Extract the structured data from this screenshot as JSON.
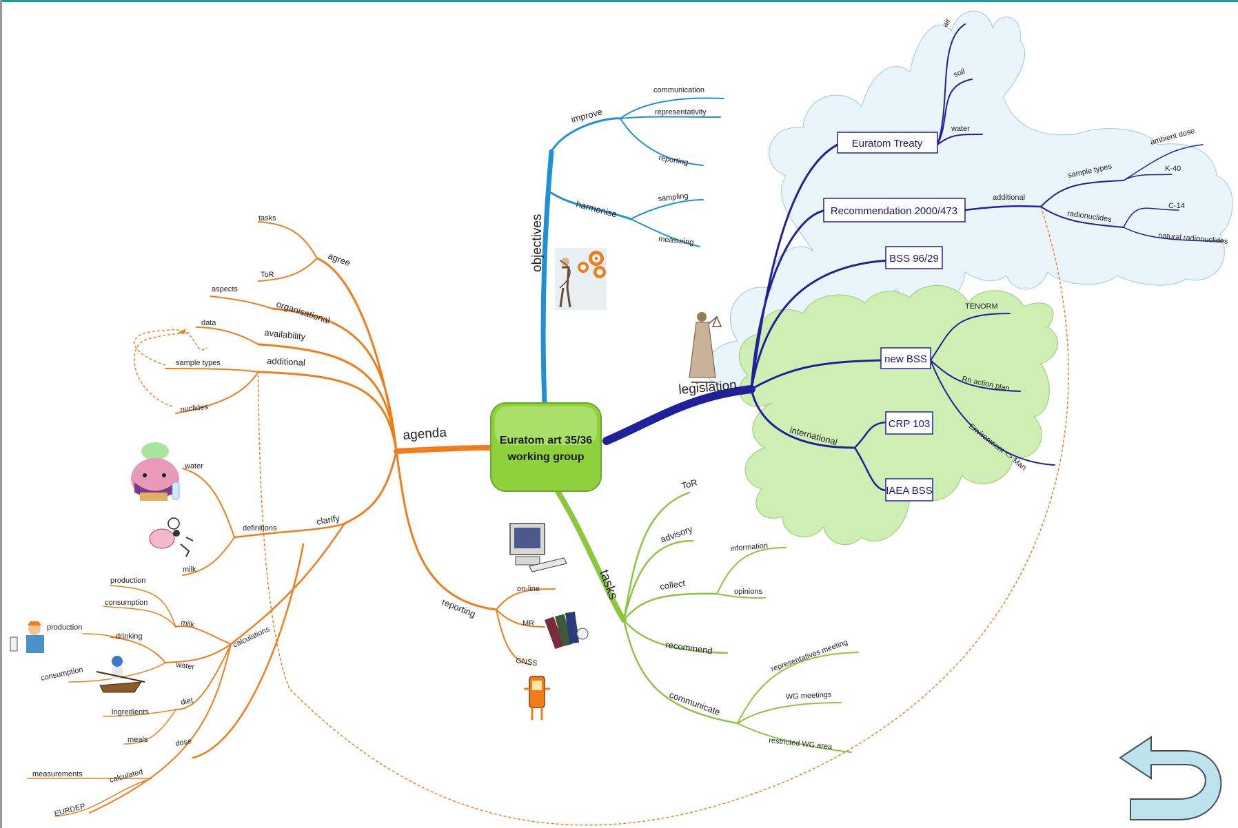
{
  "colors": {
    "agenda": "#f07d1a",
    "objectives": "#1f8fd6",
    "legislation": "#20209a",
    "tasks": "#8cc63f",
    "center_fill": "#8ed13c",
    "cloud_blue": "#eaf5fb",
    "cloud_green": "#cfeeb4"
  },
  "center": {
    "line1": "Euratom art 35/36",
    "line2": "working group"
  },
  "objectives": {
    "label": "objectives",
    "improve": {
      "label": "improve",
      "items": [
        "communication",
        "representativity",
        "reporting"
      ]
    },
    "harmonise": {
      "label": "harmonise",
      "items": [
        "sampling",
        "measuring"
      ]
    }
  },
  "legislation": {
    "label": "legislation",
    "euratom_treaty": {
      "label": "Euratom Treaty",
      "items": [
        "air",
        "soil",
        "water"
      ]
    },
    "recommendation": {
      "label": "Recommendation 2000/473",
      "additional": "additional",
      "sample_types": "sample types",
      "sample_type_items": [
        "ambient dose",
        "K-40"
      ],
      "radionuclides": "radionuclides",
      "radionuclide_items": [
        "C-14",
        "natural radionuclides"
      ]
    },
    "bss": "BSS 96/29",
    "new_bss": {
      "label": "new BSS",
      "items": [
        "TENORM",
        "Rn action plan",
        "Environment <> Man"
      ]
    },
    "international": {
      "label": "international",
      "items": [
        "CRP 103",
        "IAEA BSS"
      ]
    }
  },
  "agenda": {
    "label": "agenda",
    "agree": {
      "label": "agree",
      "items": [
        "tasks",
        "ToR"
      ]
    },
    "organisational": {
      "label": "organisational",
      "items": [
        "aspects"
      ]
    },
    "availability": {
      "label": "availability",
      "items": [
        "data"
      ]
    },
    "additional": {
      "label": "additional",
      "items": [
        "sample types",
        "nuclides"
      ]
    },
    "clarify": {
      "label": "clarify",
      "definitions": {
        "label": "definitions",
        "items": [
          "water",
          "milk"
        ]
      },
      "calculations": {
        "label": "calculations",
        "milk": {
          "label": "milk",
          "items": [
            "production",
            "consumption"
          ]
        },
        "water": {
          "label": "water",
          "items": [
            "production",
            "drinking",
            "consumption"
          ]
        },
        "diet": {
          "label": "diet",
          "items": [
            "ingredients",
            "meals"
          ]
        },
        "dose": "dose",
        "calculated": {
          "label": "calculated",
          "items": [
            "measurements",
            "EURDEP"
          ]
        }
      }
    },
    "reporting": {
      "label": "reporting",
      "items": [
        "on-line",
        "MR",
        "GNSS"
      ]
    }
  },
  "tasks": {
    "label": "tasks",
    "items": [
      "ToR",
      "advisory",
      "collect",
      "recommend",
      "communicate"
    ],
    "collect_items": [
      "information",
      "opinions"
    ],
    "communicate_items": [
      "representatives meeting",
      "WG meetings",
      "restricted WG area"
    ]
  },
  "icons": [
    "archer-icon",
    "lady-justice-icon",
    "chef-icon",
    "cow-icon",
    "computer-icon",
    "books-icon",
    "mobile-phone-icon",
    "farmer-icon",
    "rowing-boat-icon",
    "back-arrow-icon"
  ]
}
